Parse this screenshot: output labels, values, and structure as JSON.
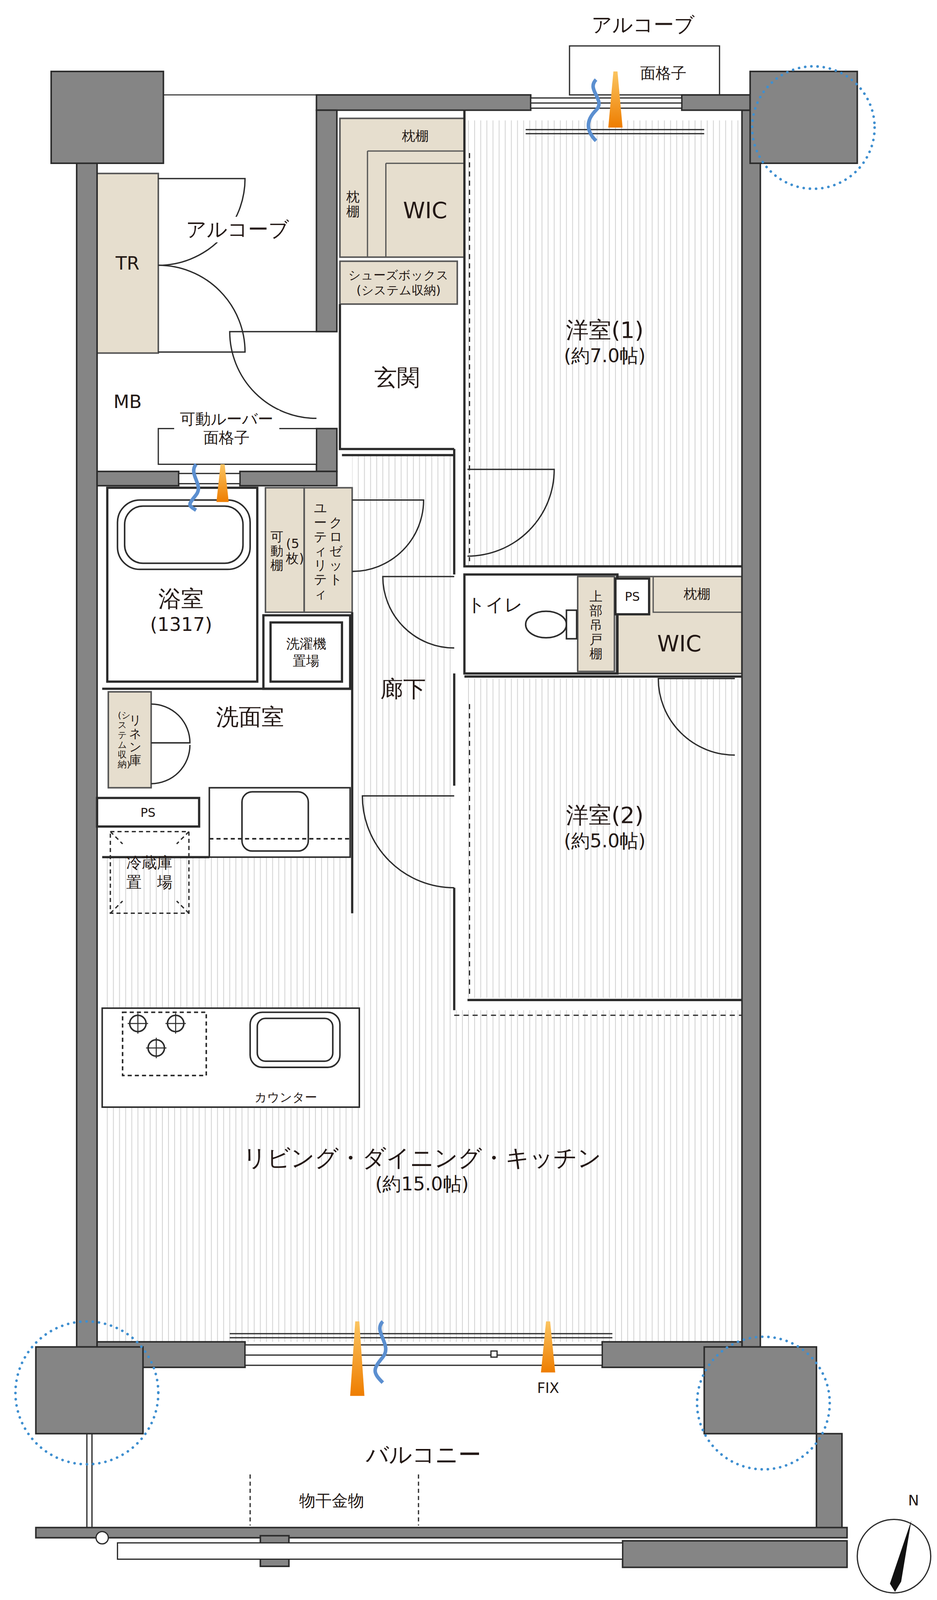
{
  "diagram": {
    "nodes": [
      {
        "text": [
          "アルコーブ"
        ]
      },
      {
        "text": [
          "TR"
        ]
      },
      {
        "text": [
          "アルコーブ"
        ]
      },
      {
        "text": [
          "WIC"
        ]
      },
      {
        "text": [
          "シューズボックス (システム収納)"
        ]
      },
      {
        "text": [
          "洋室(1)",
          "(約7.0帖)"
        ]
      },
      {
        "text": [
          "MB"
        ]
      },
      {
        "text": [
          "玄関"
        ]
      },
      {
        "text": [
          "浴室",
          "(1317)"
        ]
      },
      {
        "text": [
          "可動棚",
          "(5枚)"
        ]
      },
      {
        "text": [
          "ユーティリティ",
          "クロゼット"
        ]
      },
      {
        "text": [
          "洗濯機 置場"
        ]
      },
      {
        "text": [
          "トイレ"
        ]
      },
      {
        "text": [
          "上部吊戸棚"
        ]
      },
      {
        "text": [
          "PS"
        ]
      },
      {
        "text": [
          "WIC"
        ]
      },
      {
        "text": [
          "廊下"
        ]
      },
      {
        "text": [
          "洗面室"
        ]
      },
      {
        "text": [
          "リネン庫",
          "(システム収納)"
        ]
      },
      {
        "text": [
          "洋室(2)",
          "(約5.0帖)"
        ]
      },
      {
        "text": [
          "PS"
        ]
      },
      {
        "text": [
          "リビング・ダイニング・キッチン",
          "(約15.0帖)"
        ]
      },
      {
        "text": [
          "冷蔵庫 置　場"
        ],
        "in": 21
      },
      {
        "text": [
          "カウンター"
        ],
        "in": 21
      },
      {
        "text": [
          "バルコニー"
        ]
      }
    ],
    "labels": [
      "面格子",
      "枕棚",
      "枕棚",
      "可動ルーバー 面格子",
      "枕棚",
      "FIX",
      "物干金物",
      "N"
    ]
  }
}
